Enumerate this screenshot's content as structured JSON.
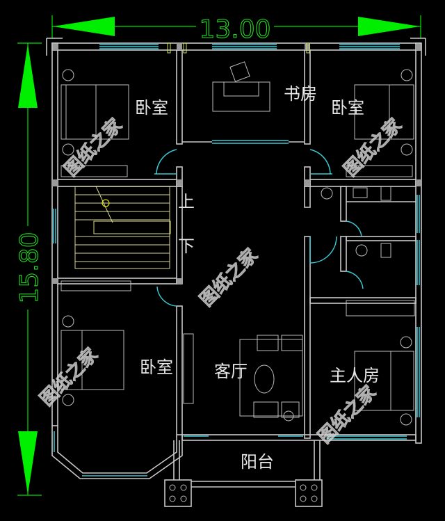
{
  "dimensions": {
    "width": "13.00",
    "height": "15.80"
  },
  "rooms": {
    "bedroom_top_left": "卧室",
    "study": "书房",
    "bedroom_top_right": "卧室",
    "stair_up": "上",
    "stair_down": "下",
    "bedroom_bottom_left": "卧室",
    "living_room": "客厅",
    "master_bedroom": "主人房",
    "balcony": "阳台"
  },
  "watermark": "图纸之家",
  "colors": {
    "walls": "#c8c8c8",
    "glass": "#3cc8d2",
    "dimension": "#00e000",
    "stairs": "#d8d890",
    "background": "#000000"
  }
}
